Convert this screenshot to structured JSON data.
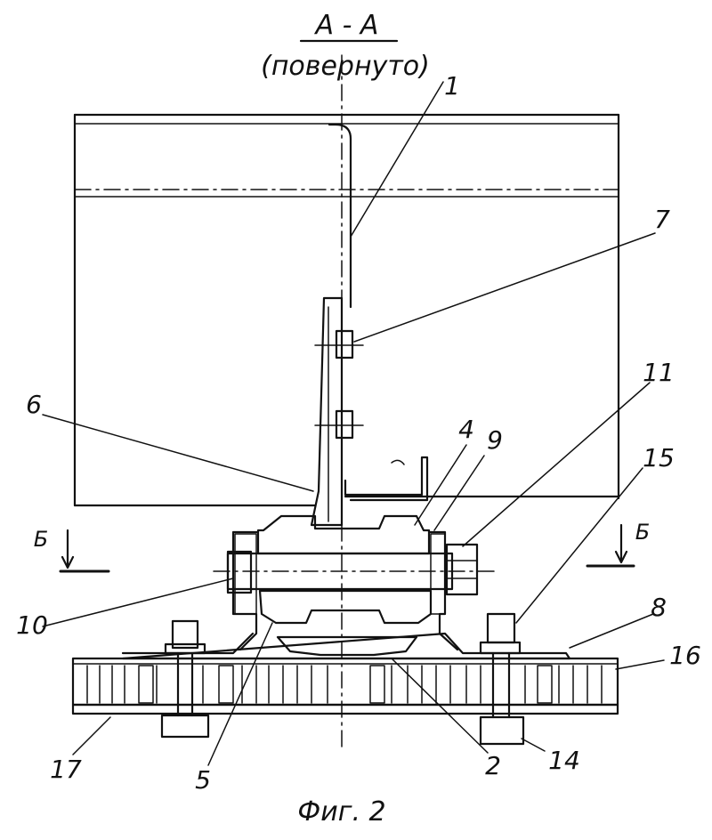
{
  "section": {
    "title": "А - А",
    "subtitle": "(повернуто)"
  },
  "section_marks": {
    "left": "Б",
    "right": "Б"
  },
  "labels": {
    "l1": "1",
    "l7": "7",
    "l11": "11",
    "l6": "6",
    "l4": "4",
    "l9": "9",
    "l15": "15",
    "l8": "8",
    "l16": "16",
    "l10": "10",
    "l17": "17",
    "l5": "5",
    "l2": "2",
    "l14": "14"
  },
  "caption": "Фиг. 2"
}
